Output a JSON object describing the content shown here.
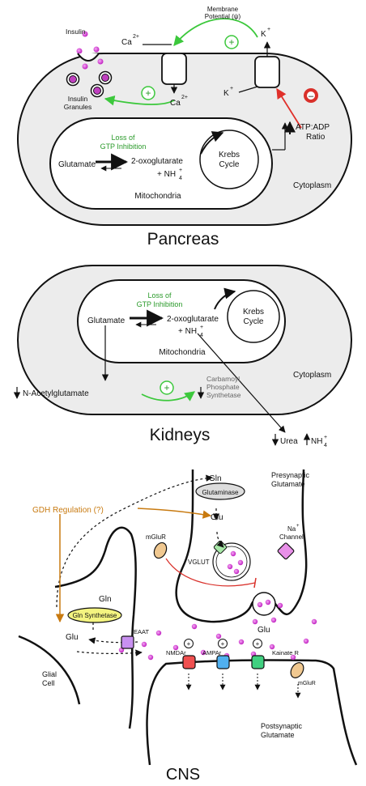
{
  "pancreas": {
    "title": "Pancreas",
    "insulin": "Insulin",
    "insulin_granules_1": "Insulin",
    "insulin_granules_2": "Granules",
    "ca_top": "Ca",
    "ca_bottom": "Ca",
    "ca_sup": "2+",
    "membrane_1": "Membrane",
    "membrane_2": "Potential (ψ)",
    "k_top": "K",
    "k_bottom": "K",
    "k_sup": "+",
    "atp_1": "ATP:ADP",
    "atp_2": "Ratio",
    "loss_1": "Loss of",
    "loss_2": "GTP Inhibition",
    "glutamate": "Glutamate",
    "oxo": "2-oxoglutarate",
    "nh4": "+ NH",
    "nh4_sub": "4",
    "nh4_sup": "+",
    "krebs_1": "Krebs",
    "krebs_2": "Cycle",
    "mito": "Mitochondria",
    "cyto": "Cytoplasm",
    "plus": "+",
    "minus": "–"
  },
  "kidneys": {
    "title": "Kidneys",
    "loss_1": "Loss of",
    "loss_2": "GTP Inhibition",
    "glutamate": "Glutamate",
    "oxo": "2-oxoglutarate",
    "nh4": "+ NH",
    "nh4_sub": "4",
    "nh4_sup": "+",
    "krebs_1": "Krebs",
    "krebs_2": "Cycle",
    "mito": "Mitochondria",
    "cyto": "Cytoplasm",
    "nag": "N-Acetylglutamate",
    "cps_1": "Carbamoyl",
    "cps_2": "Phosphate",
    "cps_3": "Synthetase",
    "urea": "Urea",
    "nh4_out": "NH",
    "plus": "+"
  },
  "cns": {
    "title": "CNS",
    "gln_top": "Gln",
    "glutaminase": "Glutaminase",
    "glu_mid": "Glu",
    "presyn_1": "Presynaptic",
    "presyn_2": "Glutamate",
    "gdh": "GDH Regulation (?)",
    "na_1": "Na",
    "na_sup": "+",
    "na_2": "Channel",
    "mglur_top": "mGluR",
    "vglut": "VGLUT",
    "glu_cleft": "Glu",
    "gln_glial": "Gln",
    "gln_synth": "Gln Synthetase",
    "glu_glial": "Glu",
    "eaat": "EAAT",
    "glial_1": "Glial",
    "glial_2": "Cell",
    "nmda": "NMDAr",
    "ampa": "AMPAr",
    "kainate": "Kainate R",
    "mglur_post": "mGluR",
    "postsyn_1": "Postsynaptic",
    "postsyn_2": "Glutamate",
    "plus": "+"
  },
  "colors": {
    "green": "#2a9a2a",
    "orange": "#c87a10",
    "red": "#d9302a",
    "magenta": "#cc33cc",
    "cell": "#ededed"
  }
}
